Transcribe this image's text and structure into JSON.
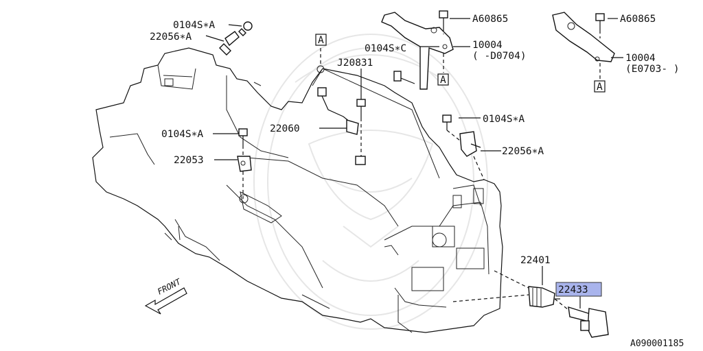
{
  "diagram_id": "A090001185",
  "front_label": "FRONT",
  "reference_marker": "A",
  "highlight_color": "#a9b4ec",
  "labels": {
    "l1": "0104S∗A",
    "l2": "22056∗A",
    "l3": "0104S∗C",
    "l4": "J20831",
    "l5": "22060",
    "l6": "0104S∗A",
    "l7": "22053",
    "l8": "A60865",
    "l9": "10004",
    "l10": "( -D0704)",
    "l11": "A60865",
    "l12": "10004",
    "l13": "(E0703- )",
    "l14": "0104S∗A",
    "l15": "22056∗A",
    "l16": "22401",
    "l17": "22433"
  }
}
